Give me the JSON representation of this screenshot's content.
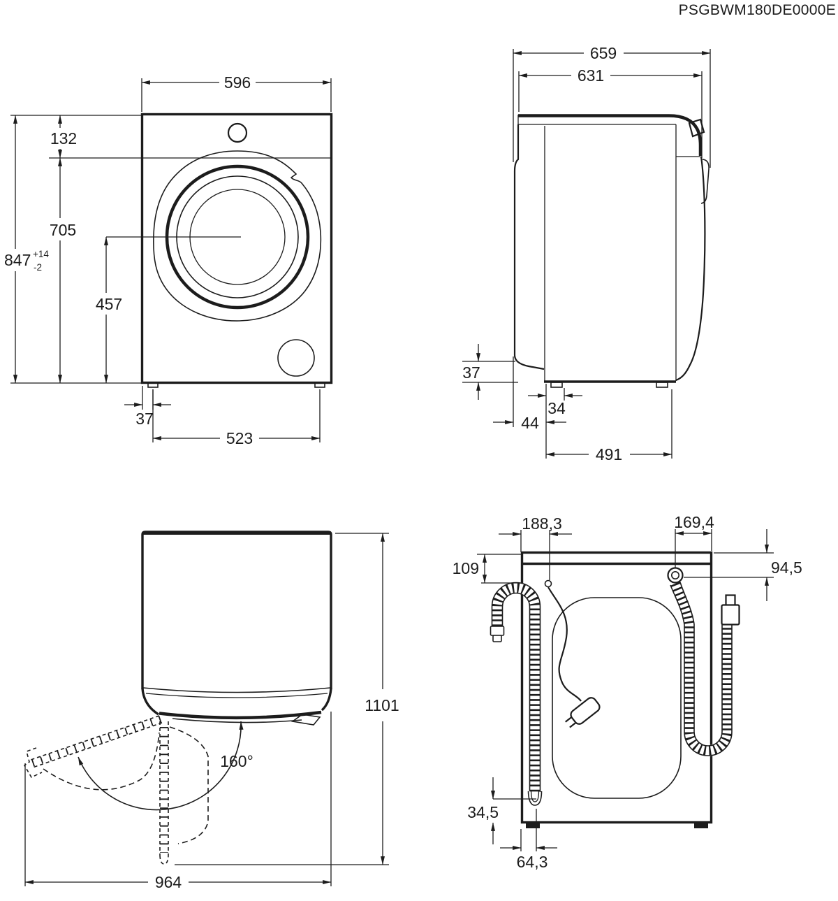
{
  "title": "PSGBWM180DE0000E",
  "views": {
    "front": {
      "width": "596",
      "top_panel_height": "132",
      "door_center_to_base": "705",
      "total_height": "847",
      "height_tolerance_plus": "+14",
      "height_tolerance_minus": "-2",
      "door_center_height": "457",
      "foot_side_offset": "37",
      "feet_distance": "523"
    },
    "side": {
      "total_depth": "659",
      "body_depth": "631",
      "door_bottom_clearance": "37",
      "front_foot_inset": "34",
      "door_protrusion": "44",
      "feet_distance": "491"
    },
    "top": {
      "depth_door_open": "1101",
      "door_opening_angle": "160°",
      "width_door_open": "964"
    },
    "rear": {
      "cord_outlet_offset": "188,3",
      "drain_outlet_offset": "169,4",
      "hose_hook_drop": "109",
      "outlet_drop": "94,5",
      "hose_end_clearance": "34,5",
      "drain_hose_offset": "64,3"
    }
  }
}
